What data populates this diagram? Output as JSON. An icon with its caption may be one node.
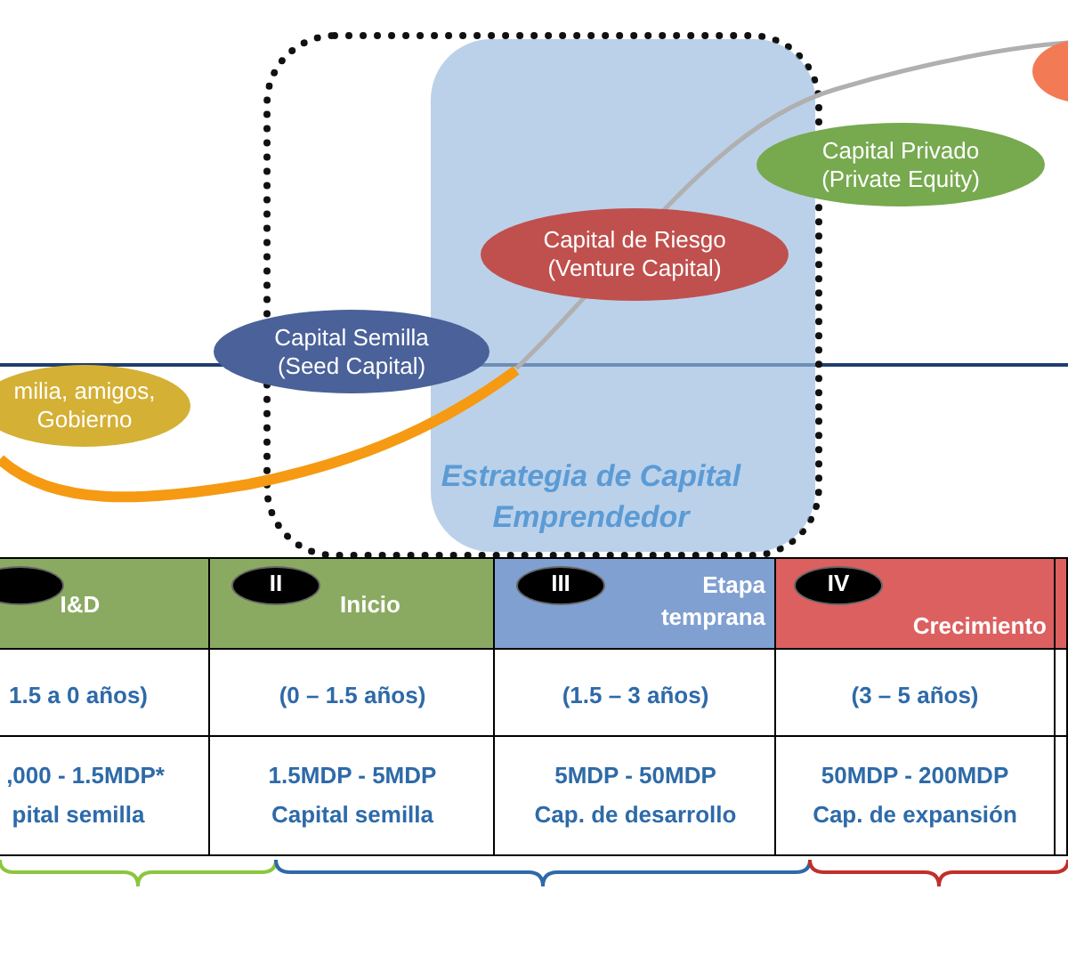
{
  "diagram": {
    "nodes": [
      {
        "text": [],
        "shape": "box"
      },
      {
        "text": [],
        "shape": "box",
        "in": 0
      },
      {
        "text": [
          "milia, amigos, Gobierno"
        ]
      },
      {
        "text": [
          "Capital Semilla (Seed Capital)"
        ]
      },
      {
        "text": [
          "Capital de Riesgo (Venture Capital)"
        ],
        "in": 1
      },
      {
        "text": [
          "Capital Privado (Private Equity)"
        ]
      },
      {
        "text": [],
        "shape": "circle"
      }
    ],
    "labels": [
      "Estrategia de Capital Emprendedor",
      "I&D",
      "II",
      "Inicio",
      "III",
      "Etapa temprana",
      "IV",
      "Crecimiento",
      "1.5 a 0 años)",
      "(0 – 1.5 años)",
      "(1.5 – 3 años)",
      "(3 – 5 años)",
      ",000 - 1.5MDP*",
      "pital semilla",
      "1.5MDP - 5MDP",
      "Capital semilla",
      "5MDP - 50MDP",
      "Cap. de desarrollo",
      "50MDP - 200MDP",
      "Cap. de expansión"
    ]
  }
}
